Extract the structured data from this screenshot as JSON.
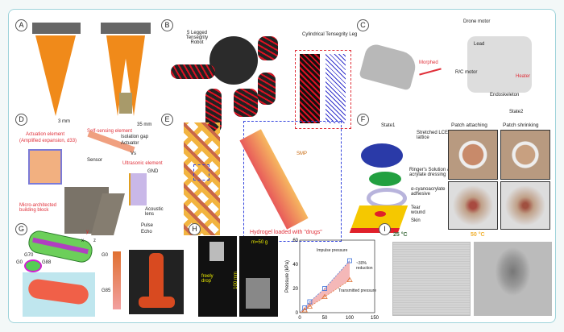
{
  "panels": {
    "A": {
      "label": "A",
      "dim1": "3 mm",
      "dim2": "35 mm"
    },
    "B": {
      "label": "B",
      "robot": "5 Legged Tensegrity Robot",
      "leg": "Cylindrical Tensegrity Leg"
    },
    "C": {
      "label": "C",
      "drone_motor": "Drone motor",
      "lead": "Lead",
      "rc_motor": "R/C motor",
      "heater": "Heater",
      "endoskeleton": "Endoskeleton",
      "state1": "State1",
      "state2": "State2",
      "morphed": "Morphed"
    },
    "D": {
      "label": "D",
      "actuation": "Actuation element",
      "amplified": "(Amplified expansion, d33)",
      "self_sensing": "Self-sensing element",
      "isolation": "Isolation gap",
      "actuator": "Actuator",
      "vs": "Vs",
      "sensor": "Sensor",
      "ultrasonic": "Ultrasonic element",
      "gnd": "GND",
      "micro": "Micro-architected building block",
      "lens": "Acoustic lens",
      "pulse": "Pulse",
      "echo": "Echo"
    },
    "E": {
      "label": "E",
      "smp": "SMP",
      "hydrogel": "Hydrogel loaded with \"drugs\""
    },
    "F": {
      "label": "F",
      "lce": "Stretched LCE lattice",
      "ringer": "Ringer's Solution & acrylate dressing",
      "adhesive": "α-cyanoacrylate adhesive",
      "tear": "Tear wound",
      "skin": "Skin",
      "attaching": "Patch attaching",
      "shrinking": "Patch shrinking"
    },
    "G": {
      "label": "G",
      "g70": "G70",
      "g0": "G0",
      "g88": "G88",
      "g0b": "G0",
      "g85": "G85",
      "x": "x",
      "y": "y",
      "z": "z"
    },
    "H": {
      "label": "H",
      "freely": "freely drop",
      "height": "100 mm",
      "mass": "m=50 g",
      "impulse_label": "Impulse pressure",
      "transmitted_label": "Transmitted pressure",
      "reduction": "~30% reduction"
    },
    "I": {
      "label": "I",
      "t25": "25 °C",
      "t50": "50 °C"
    }
  },
  "colors": {
    "accent_border": "#9ed3da",
    "red": "#e0303a",
    "orange": "#f08a1a",
    "i_25": "#3d6b3d",
    "i_50": "#f0b030"
  },
  "chart_data": {
    "type": "scatter",
    "title": "",
    "xlabel": "",
    "ylabel": "Pressure (kPa)",
    "xlim": [
      0,
      150
    ],
    "ylim": [
      0,
      60
    ],
    "xticks": [
      "0",
      "50",
      "100",
      "150"
    ],
    "yticks": [
      "0",
      "20",
      "40",
      "60"
    ],
    "x": [
      10,
      20,
      50,
      100
    ],
    "series": [
      {
        "name": "Impulse pressure",
        "values": [
          4,
          9,
          20,
          43
        ]
      },
      {
        "name": "Transmitted pressure",
        "values": [
          2,
          5,
          13,
          27
        ]
      }
    ]
  }
}
